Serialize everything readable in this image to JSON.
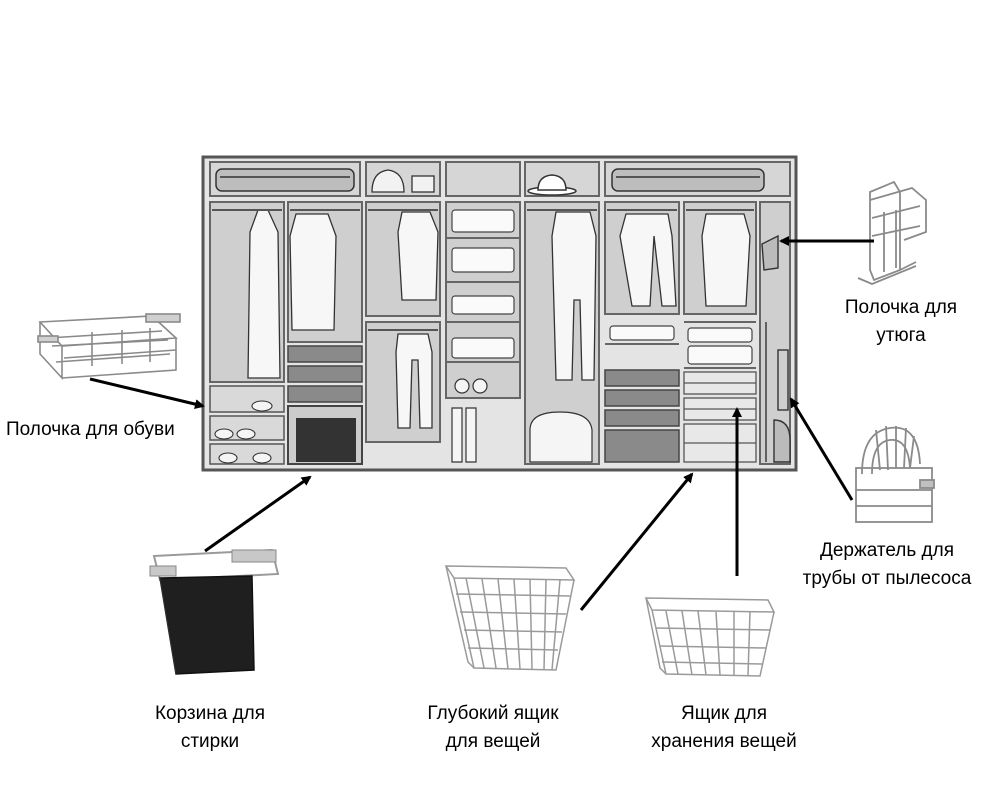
{
  "colors": {
    "cabinet_fill": "#dedede",
    "frame": "#555555",
    "drawer": "#7a7a7a",
    "laundry_basket": "#333333",
    "wire": "#9a9a9a",
    "arrow": "#000000"
  },
  "labels": {
    "shoe_shelf": "Полочка для обуви",
    "iron_shelf": [
      "Полочка для",
      "утюга"
    ],
    "vacuum_holder": [
      "Держатель для",
      "трубы от пылесоса"
    ],
    "laundry_basket": [
      "Корзина для",
      "стирки"
    ],
    "deep_drawer": [
      "Глубокий ящик",
      "для вещей"
    ],
    "storage_drawer": [
      "Ящик для",
      "хранения вещей"
    ]
  },
  "icons": [
    "wardrobe-illustration",
    "pull-out-shoe-shelf-icon",
    "iron-holder-icon",
    "vacuum-pipe-holder-icon",
    "laundry-basket-icon",
    "deep-wire-basket-icon",
    "wire-storage-basket-icon"
  ]
}
